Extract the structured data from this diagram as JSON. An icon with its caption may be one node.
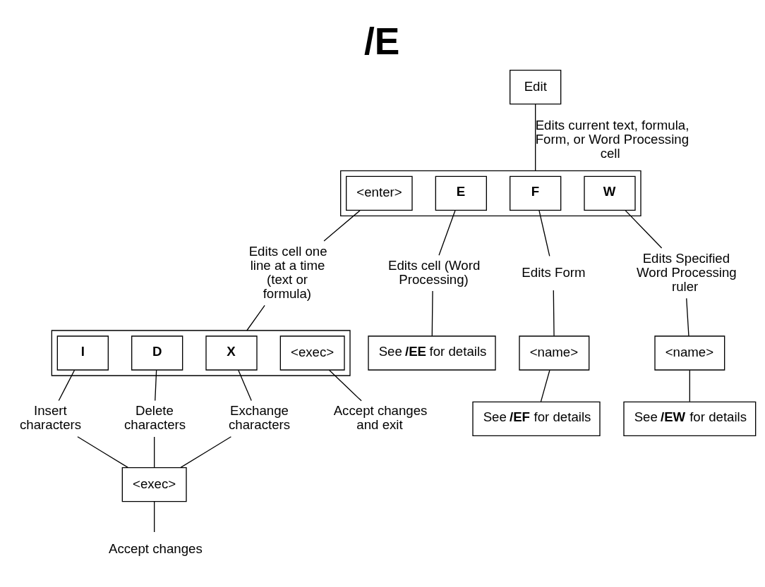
{
  "diagram": {
    "title": "/E",
    "nodes": [
      {
        "text": [
          "Edit"
        ]
      },
      {
        "text": [],
        "shape": "box"
      },
      {
        "text": [
          "<enter>"
        ],
        "in": 1
      },
      {
        "text": [
          "E"
        ],
        "in": 1
      },
      {
        "text": [
          "F"
        ],
        "in": 1
      },
      {
        "text": [
          "W"
        ],
        "in": 1
      },
      {
        "text": [
          "Edits cell one line at a time (text or formula)"
        ]
      },
      {
        "text": [
          "Edits cell (Word Processing)"
        ]
      },
      {
        "text": [
          "Edits Form"
        ]
      },
      {
        "text": [
          "Edits Specified Word Processing ruler"
        ]
      },
      {
        "text": [],
        "shape": "box"
      },
      {
        "text": [
          "I"
        ],
        "in": 10
      },
      {
        "text": [
          "D"
        ],
        "in": 10
      },
      {
        "text": [
          "X"
        ],
        "in": 10
      },
      {
        "text": [
          "<exec>"
        ],
        "in": 10
      },
      {
        "text": [
          "Insert characters"
        ]
      },
      {
        "text": [
          "Delete characters"
        ]
      },
      {
        "text": [
          "Exchange characters"
        ]
      },
      {
        "text": [
          "Accept changes and exit"
        ]
      },
      {
        "text": [
          "<exec>"
        ]
      },
      {
        "text": [
          "Accept changes"
        ]
      },
      {
        "text": [
          "<name>"
        ]
      },
      {
        "text": [
          "See **/EF** for details"
        ]
      },
      {
        "text": [
          "See **/EE** for details"
        ]
      },
      {
        "text": [
          "<name>"
        ]
      },
      {
        "text": [
          "See **/EW** for details"
        ]
      }
    ],
    "edges": [
      {
        "from": 0,
        "to": 1,
        "arrow": "none",
        "label": "Edits current text, formula, Form, or Word Processing cell"
      },
      {
        "from": 2,
        "to": 6,
        "arrow": "none"
      },
      {
        "from": 6,
        "to": 10,
        "arrow": "none"
      },
      {
        "from": 3,
        "to": 7,
        "arrow": "none"
      },
      {
        "from": 7,
        "to": 23,
        "arrow": "none"
      },
      {
        "from": 4,
        "to": 8,
        "arrow": "none"
      },
      {
        "from": 8,
        "to": 21,
        "arrow": "none"
      },
      {
        "from": 21,
        "to": 22,
        "arrow": "none"
      },
      {
        "from": 5,
        "to": 9,
        "arrow": "none"
      },
      {
        "from": 9,
        "to": 24,
        "arrow": "none"
      },
      {
        "from": 24,
        "to": 25,
        "arrow": "none"
      },
      {
        "from": 11,
        "to": 15,
        "arrow": "none"
      },
      {
        "from": 12,
        "to": 16,
        "arrow": "none"
      },
      {
        "from": 13,
        "to": 17,
        "arrow": "none"
      },
      {
        "from": 14,
        "to": 18,
        "arrow": "none"
      },
      {
        "from": 15,
        "to": 19,
        "arrow": "none"
      },
      {
        "from": 16,
        "to": 19,
        "arrow": "none"
      },
      {
        "from": 17,
        "to": 19,
        "arrow": "none"
      },
      {
        "from": 19,
        "to": 20,
        "arrow": "none"
      }
    ]
  }
}
